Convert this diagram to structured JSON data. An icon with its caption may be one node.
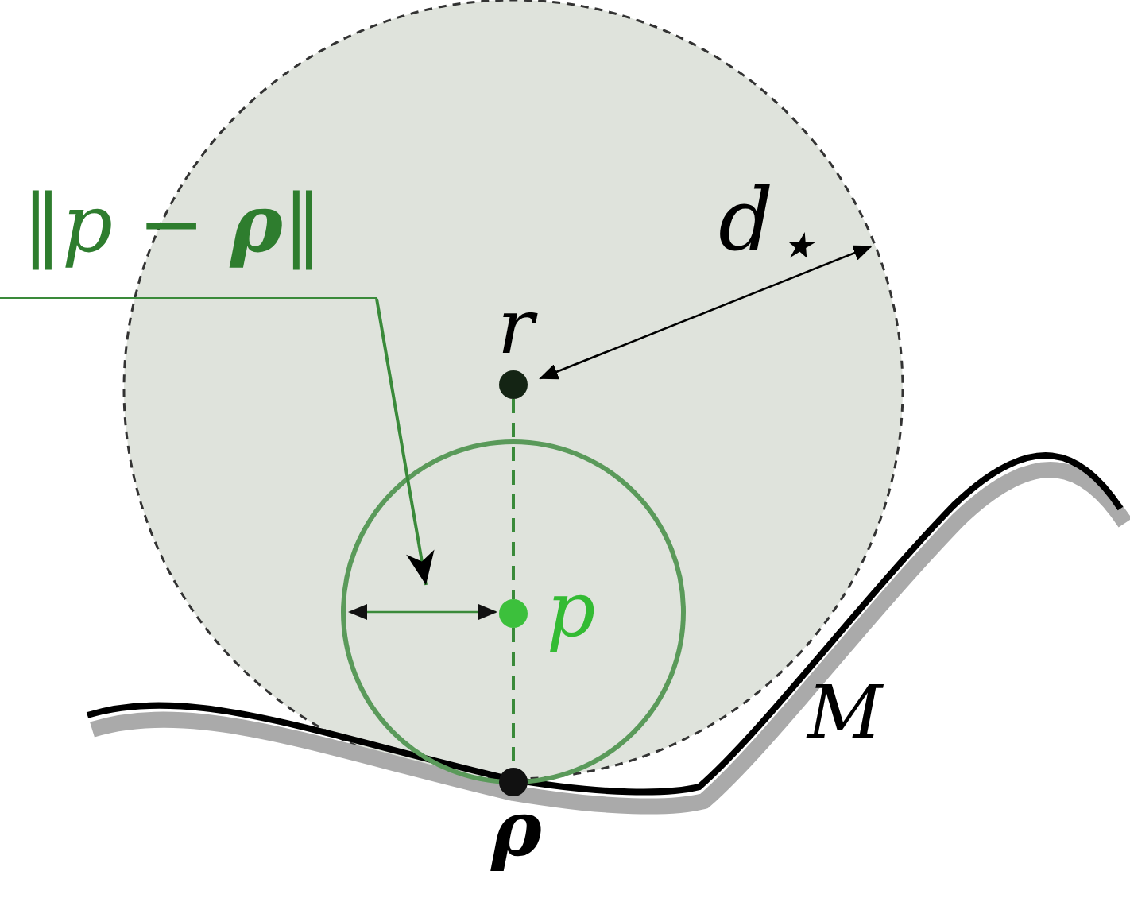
{
  "diagram": {
    "nodes": [
      {
        "text": [
          "‖p − **ρ**‖"
        ]
      },
      {
        "text": [],
        "shape": "circle",
        "beside": [
          "r"
        ]
      },
      {
        "text": [],
        "shape": "circle",
        "beside": [
          "p"
        ]
      },
      {
        "text": [],
        "shape": "circle",
        "beside": [
          "ρ"
        ]
      }
    ],
    "edges": [
      {
        "from": 1,
        "to": 2,
        "arrow": "none",
        "style": "dashed"
      },
      {
        "from": 2,
        "to": 3,
        "arrow": "none",
        "style": "dashed"
      },
      {
        "from": 0,
        "to": null,
        "arrow": "to"
      }
    ],
    "labels": [
      "d$_{⋆}$",
      "M"
    ]
  }
}
